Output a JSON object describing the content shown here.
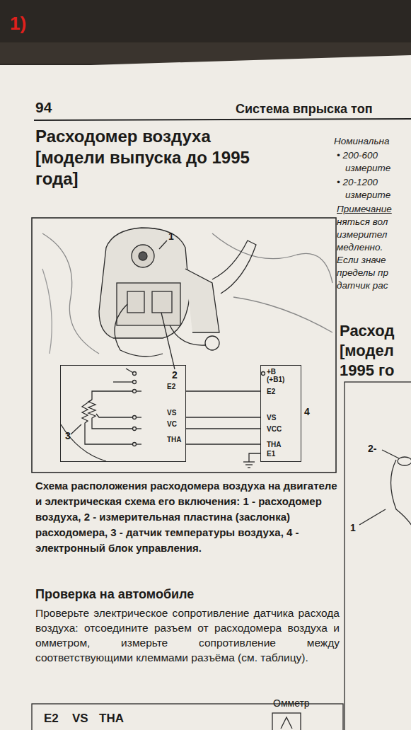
{
  "diagram": {
    "title": "Расходомер воздуха [модели выпуска до 1995 года]",
    "caption": "Схема расположения расходомера воздуха на двигателе и электрическая схема его включения: 1 - расходомер воздуха, 2 - измерительная пластина (заслонка) расходомера, 3 - датчик температуры воздуха, 4 - электронный блок управления.",
    "nodes": [
      {
        "text": [
          "E2",
          "VS",
          "VC",
          "THA"
        ]
      },
      {
        "text": [
          "+B (+B1)",
          "E2",
          "VS",
          "VCC",
          "THA",
          "E1"
        ]
      }
    ],
    "edges": [
      {
        "from": 0,
        "to": 1,
        "arrow": "none"
      },
      {
        "from": 0,
        "to": 1,
        "arrow": "none"
      },
      {
        "from": 0,
        "to": 1,
        "arrow": "none"
      },
      {
        "from": 0,
        "to": 1,
        "arrow": "none"
      }
    ],
    "labels": [
      "1)",
      "94",
      "Система впрыска топ",
      "Номинальна",
      "• 200-600",
      "измерите",
      "• 20-1200",
      "измерите",
      "Примечание",
      "няться вол",
      "измерител",
      "медленно.",
      "Если значе",
      "пределы пр",
      "датчик рас",
      "Расход [модел 1995 го",
      "1",
      "2",
      "3",
      "4",
      "2-",
      "1",
      "Проверка на автомобиле",
      "Проверьте электрическое сопротивление датчика расхода воздуха: отсоедините разъем от расходомера воздуха и омметром, измерьте сопротивление между соответствующими клеммами разъёма (см. таблицу).",
      "E2",
      "VS",
      "THA",
      "Омметр"
    ]
  }
}
